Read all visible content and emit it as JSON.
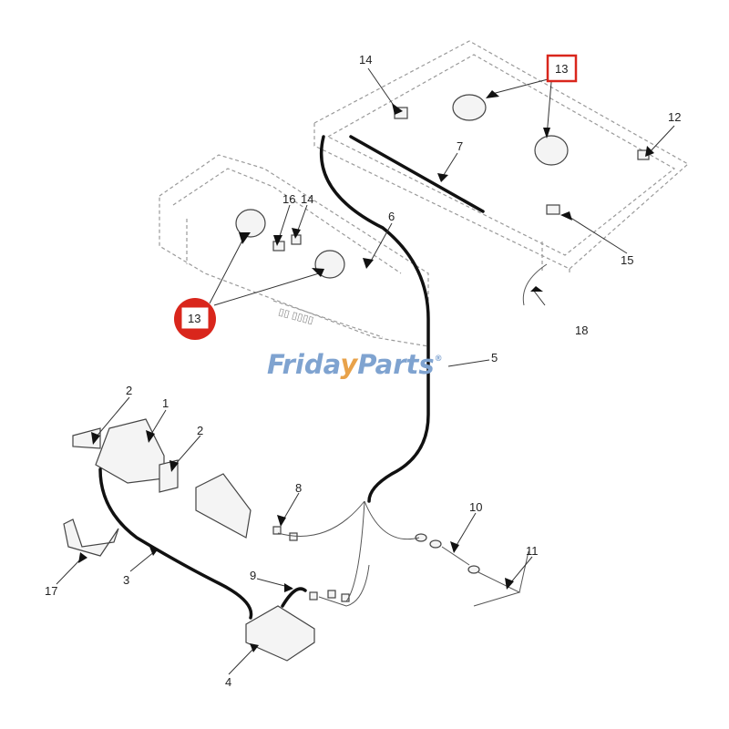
{
  "diagram": {
    "callouts": {
      "c14a": "14",
      "c13a": "13",
      "c12": "12",
      "c7": "7",
      "c16": "16",
      "c14b": "14",
      "c6": "6",
      "c15": "15",
      "c13b": "13",
      "c18": "18",
      "c5": "5",
      "c2a": "2",
      "c1": "1",
      "c2b": "2",
      "c8": "8",
      "c10": "10",
      "c11": "11",
      "c17": "17",
      "c3": "3",
      "c9": "9",
      "c4": "4"
    },
    "highlight_color": "#d9261c",
    "watermark": {
      "part1": "Frida",
      "part2": "y",
      "part3": "Parts",
      "mark": "®",
      "color_main": "#7fa3d0",
      "color_accent": "#e8a24a"
    }
  }
}
